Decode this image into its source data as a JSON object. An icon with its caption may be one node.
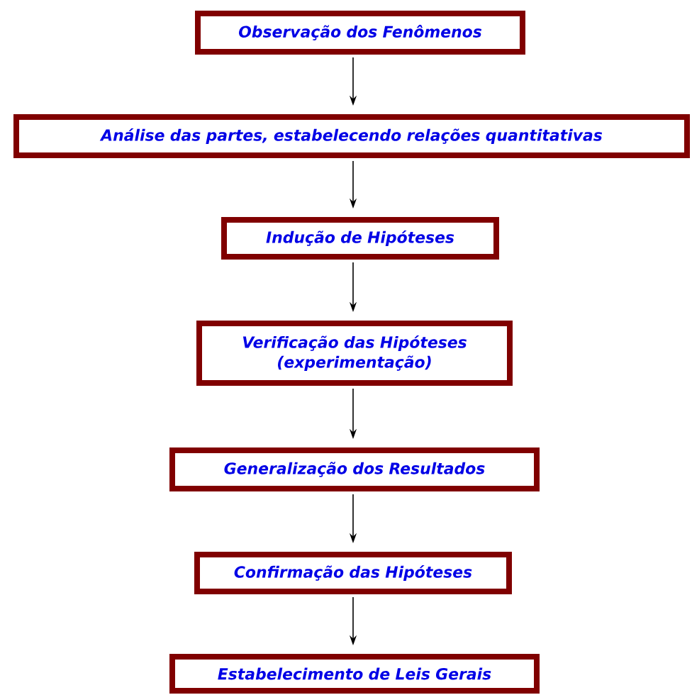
{
  "diagram": {
    "nodes": [
      {
        "text": [
          "Observação dos Fenômenos"
        ]
      },
      {
        "text": [
          "Análise das partes, estabelecendo relações quantitativas"
        ]
      },
      {
        "text": [
          "Indução de Hipóteses"
        ]
      },
      {
        "text": [
          "Verificação das Hipóteses (experimentação)"
        ]
      },
      {
        "text": [
          "Generalização dos Resultados"
        ]
      },
      {
        "text": [
          "Confirmação das Hipóteses"
        ]
      },
      {
        "text": [
          "Estabelecimento de Leis Gerais"
        ]
      }
    ],
    "edges": [
      {
        "from": 0,
        "to": 1,
        "arrow": "to"
      },
      {
        "from": 1,
        "to": 2,
        "arrow": "to"
      },
      {
        "from": 2,
        "to": 3,
        "arrow": "to"
      },
      {
        "from": 3,
        "to": 4,
        "arrow": "to"
      },
      {
        "from": 4,
        "to": 5,
        "arrow": "to"
      },
      {
        "from": 5,
        "to": 6,
        "arrow": "to"
      }
    ]
  }
}
